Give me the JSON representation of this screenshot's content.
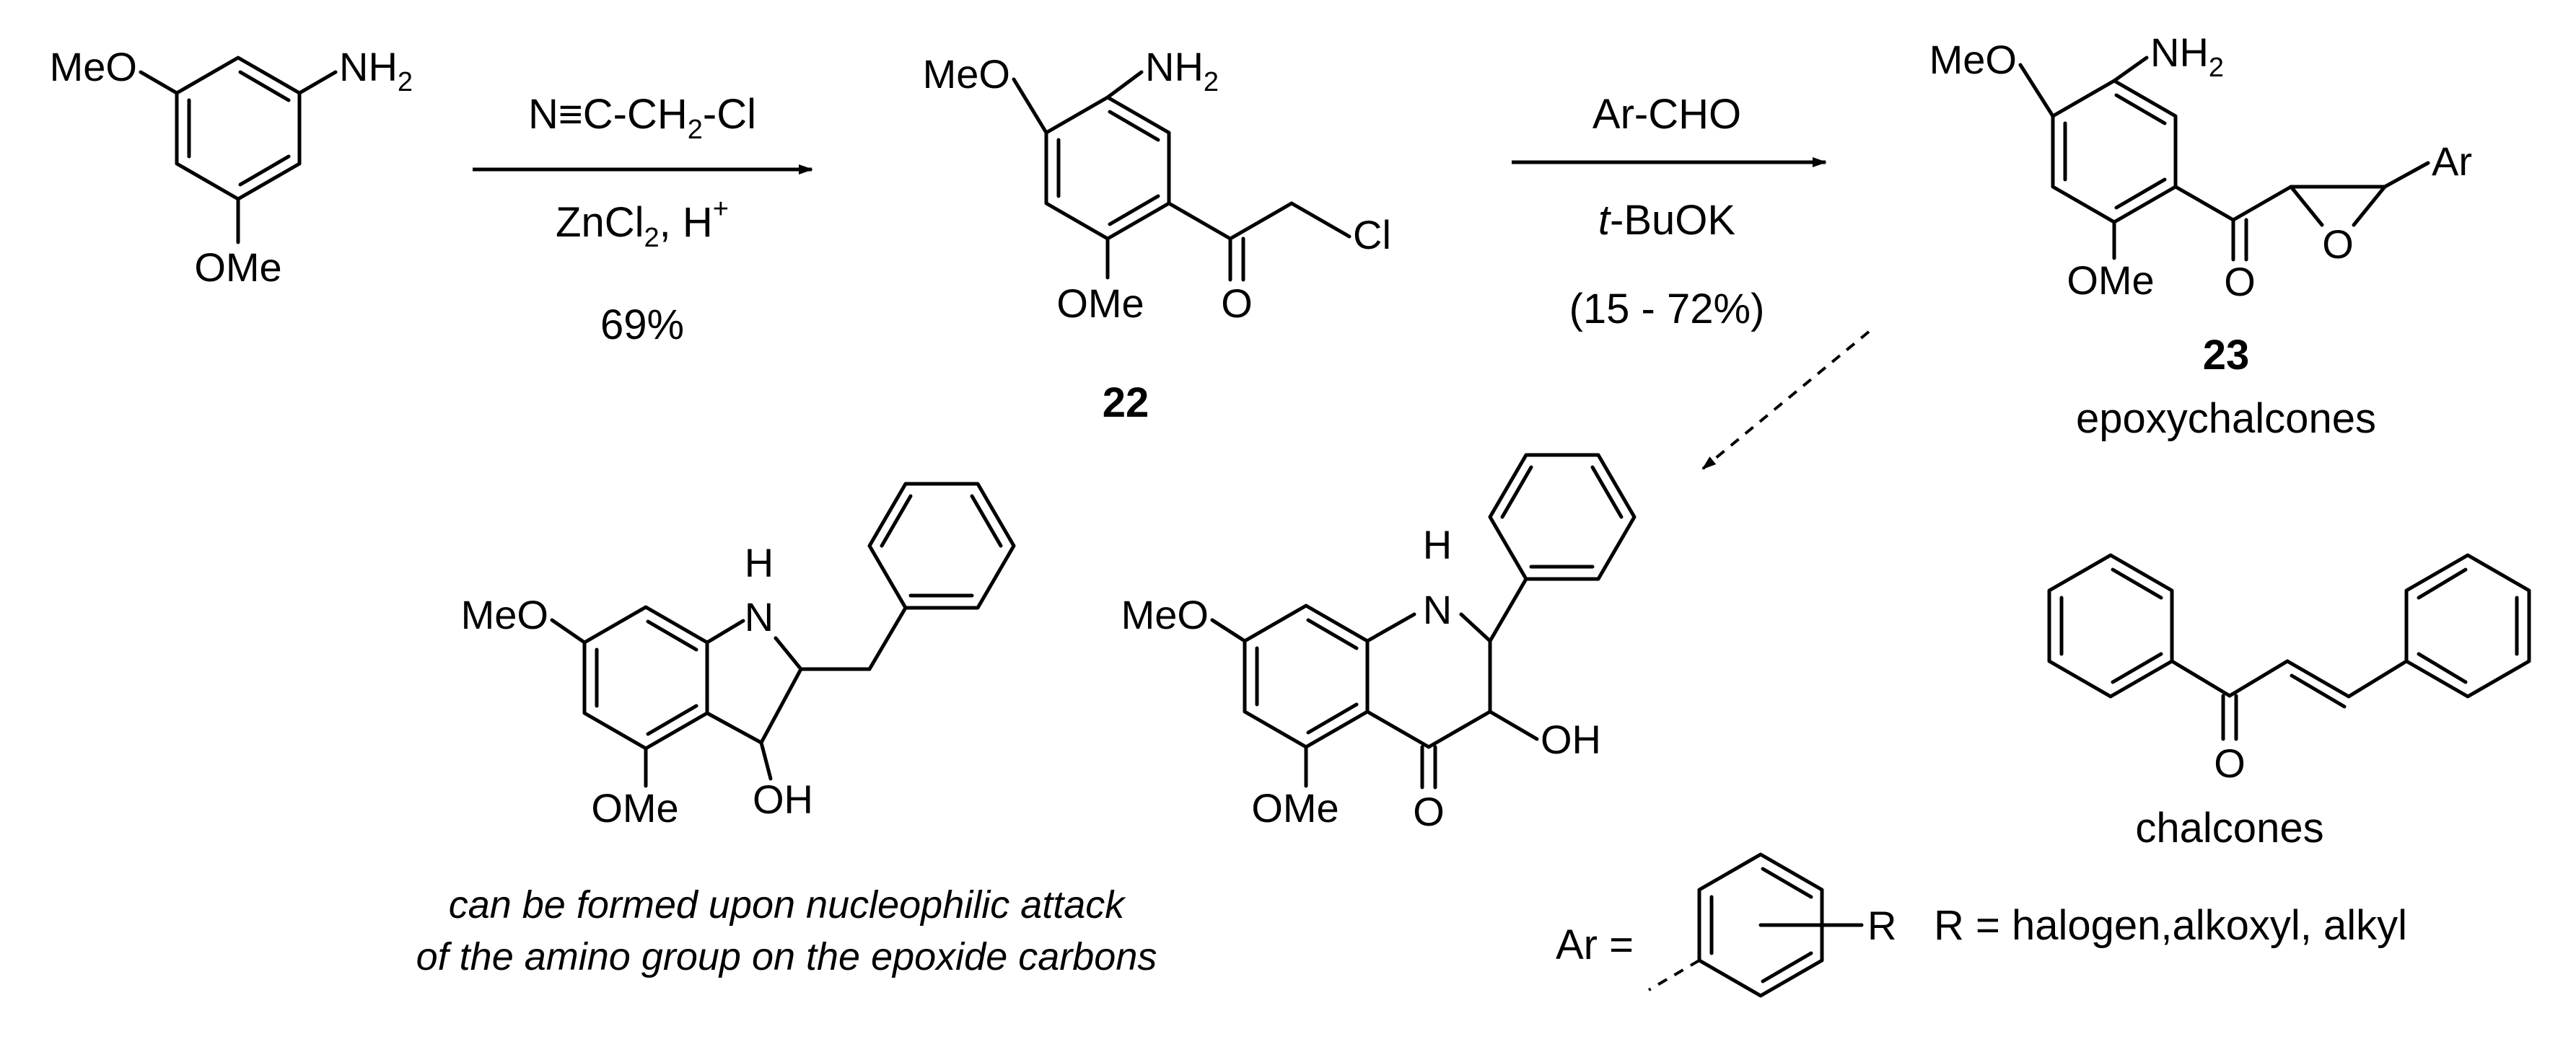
{
  "atoms": {
    "meo": "MeO",
    "ome": "OMe",
    "nh2_base": "NH",
    "two": "2",
    "cl": "Cl",
    "o": "O",
    "ar": "Ar",
    "oh": "OH",
    "h": "H",
    "n": "N",
    "r": "R"
  },
  "reactions": {
    "step1": {
      "reagent_prefix": "N≡C-CH",
      "reagent_sub": "2",
      "reagent_suffix": "-Cl",
      "catalyst_prefix": "ZnCl",
      "catalyst_sub": "2",
      "catalyst_suffix": ", H",
      "catalyst_sup": "+",
      "yield": "69%"
    },
    "step2": {
      "reagent": "Ar-CHO",
      "base_italic": "t",
      "base_rest": "-BuOK",
      "yield": "(15 - 72%)"
    }
  },
  "compounds": {
    "c22": {
      "number": "22"
    },
    "c23": {
      "number": "23",
      "name": "epoxychalcones"
    },
    "chalcone": {
      "name": "chalcones"
    }
  },
  "note": {
    "line1": "can be formed upon nucleophilic attack",
    "line2": "of the amino group on the epoxide carbons"
  },
  "ar_definition": {
    "lhs": "Ar =",
    "rhs": "R = halogen,alkoxyl, alkyl"
  }
}
